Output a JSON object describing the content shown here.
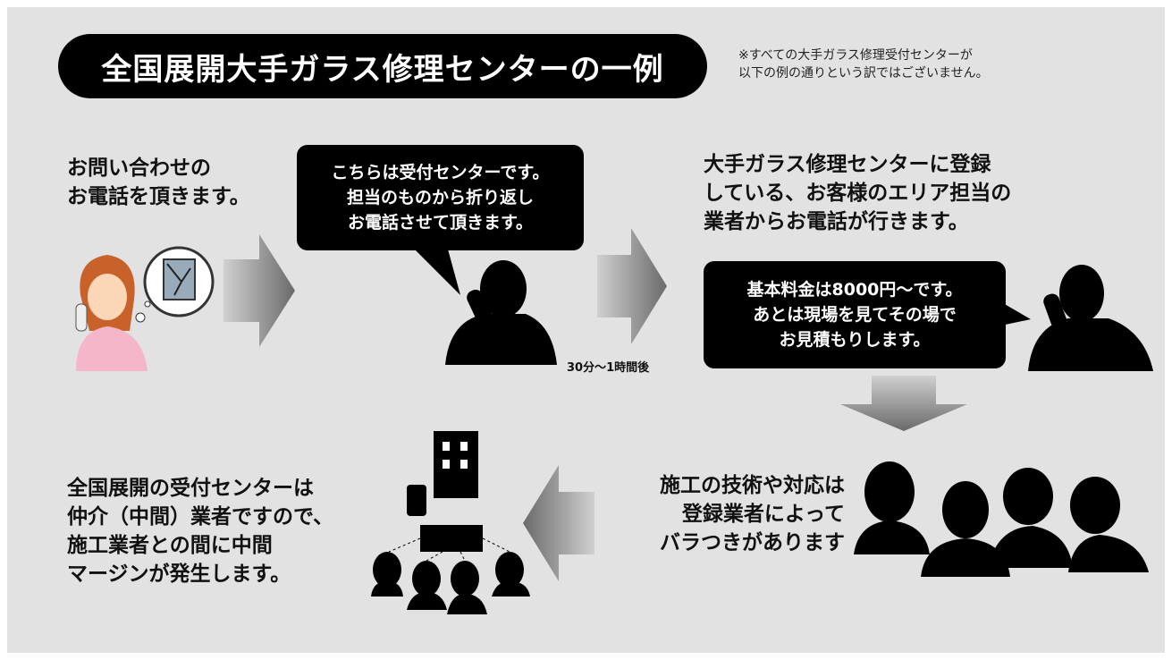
{
  "title": "全国展開大手ガラス修理センターの一例",
  "note": [
    "※すべての大手ガラス修理受付センターが",
    "以下の例の通りという訳ではございません。"
  ],
  "step1": [
    "お問い合わせの",
    "お電話を頂きます。"
  ],
  "bubble1": [
    "こちらは受付センターです。",
    "担当のものから折り返し",
    "お電話させて頂きます。"
  ],
  "delay": "30分〜1時間後",
  "step3": [
    "大手ガラス修理センターに登録",
    "している、お客様のエリア担当の",
    "業者からお電話が行きます。"
  ],
  "bubble2": [
    "基本料金は8000円〜です。",
    "あとは現場を見てその場で",
    "お見積もりします。"
  ],
  "step4": [
    "施工の技術や対応は",
    "登録業者によって",
    "バラつきがあります"
  ],
  "step5": [
    "全国展開の受付センターは",
    "仲介（中間）業者ですので、",
    "施工業者との間に中間",
    "マージンが発生します。"
  ],
  "colors": {
    "background": "#e2e2e2",
    "title_bg": "#000000",
    "arrow_dark": "#666666",
    "arrow_light": "#cfcfcf"
  }
}
